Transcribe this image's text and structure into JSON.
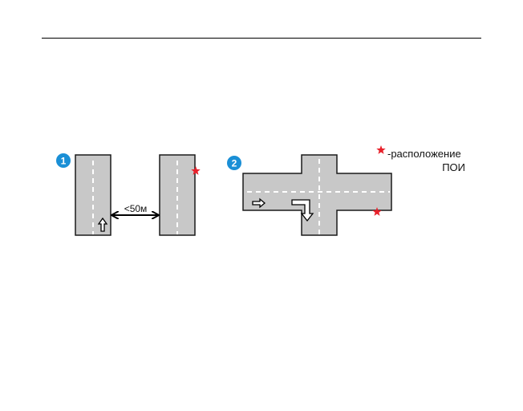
{
  "colors": {
    "road_fill": "#c8c8c8",
    "road_edge": "#1a1a1a",
    "lane_mark": "#ffffff",
    "badge": "#1a8fd6",
    "poi_star": "#e8202a"
  },
  "diagram": {
    "scenario_1": {
      "badge": "1",
      "distance_label": "<50м",
      "icons": [
        "up-arrow-icon",
        "double-arrow-icon",
        "poi-star-icon"
      ]
    },
    "scenario_2": {
      "badge": "2",
      "icons": [
        "right-arrow-icon",
        "turn-down-arrow-icon",
        "poi-star-icon"
      ]
    },
    "legend": {
      "icon": "poi-star-icon",
      "line1": "-расположение",
      "line2": "ПОИ"
    }
  }
}
